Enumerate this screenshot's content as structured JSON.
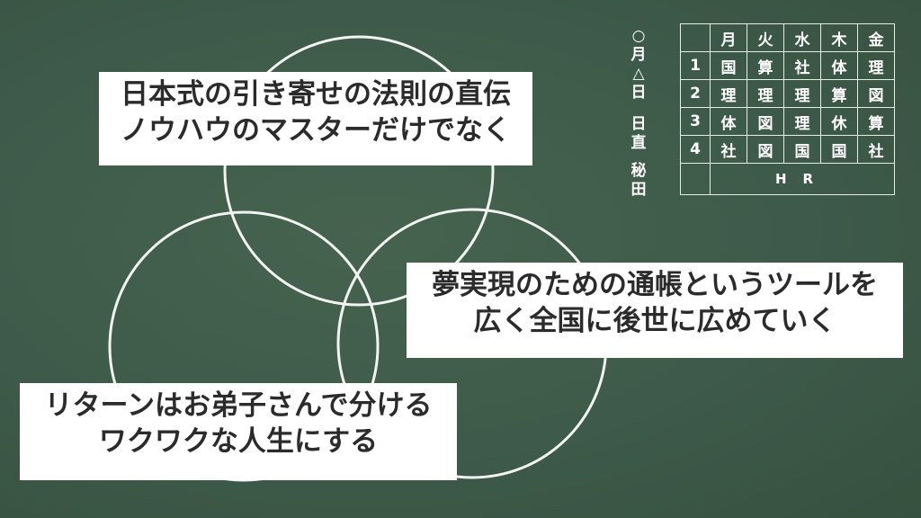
{
  "captions": {
    "top": [
      "日本式の引き寄せの法則の直伝",
      "ノウハウのマスターだけでなく"
    ],
    "right": [
      "夢実現のための通帳というツールを",
      "広く全国に後世に広めていく"
    ],
    "bottom": [
      "リターンはお弟子さんで分ける",
      "ワクワクな人生にする"
    ]
  },
  "board": {
    "date_line": [
      "○",
      "月",
      "△",
      "日"
    ],
    "duty_label": [
      "日",
      "直"
    ],
    "duty_names": [
      "秘",
      "田"
    ]
  },
  "timetable": {
    "days": [
      "月",
      "火",
      "水",
      "木",
      "金"
    ],
    "rows": [
      {
        "period": "1",
        "subjects": [
          "国",
          "算",
          "社",
          "体",
          "理"
        ]
      },
      {
        "period": "2",
        "subjects": [
          "理",
          "理",
          "理",
          "算",
          "図"
        ]
      },
      {
        "period": "3",
        "subjects": [
          "体",
          "図",
          "理",
          "休",
          "算"
        ]
      },
      {
        "period": "4",
        "subjects": [
          "社",
          "図",
          "国",
          "国",
          "社"
        ]
      }
    ],
    "last_row": "HR"
  },
  "colors": {
    "board": "#3f5c4c",
    "chalk": "#ffffff",
    "caption_bg": "#ffffff",
    "caption_text": "#2b2b2b"
  }
}
